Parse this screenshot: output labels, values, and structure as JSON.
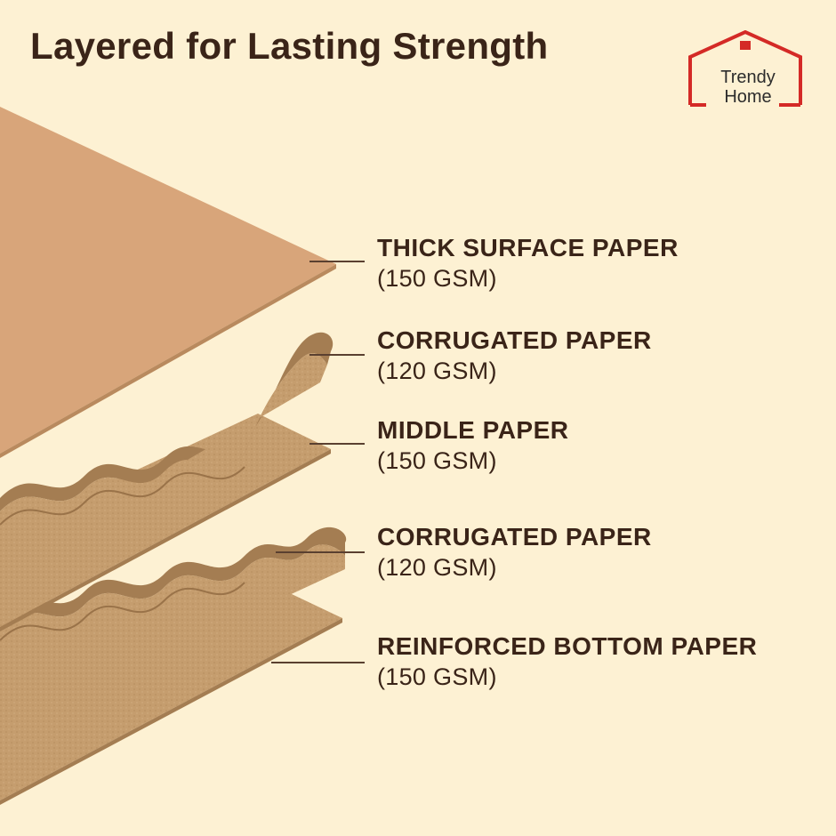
{
  "title": "Layered for Lasting Strength",
  "brand": {
    "line1": "Trendy",
    "line2": "Home",
    "accent_color": "#d42a26"
  },
  "layers": [
    {
      "name": "THICK SURFACE PAPER",
      "gsm": "(150 GSM)"
    },
    {
      "name": "CORRUGATED PAPER",
      "gsm": "(120 GSM)"
    },
    {
      "name": "MIDDLE PAPER",
      "gsm": "(150 GSM)"
    },
    {
      "name": "CORRUGATED PAPER",
      "gsm": "(120 GSM)"
    },
    {
      "name": "REINFORCED BOTTOM PAPER",
      "gsm": "(150 GSM)"
    }
  ],
  "colors": {
    "background": "#fdf1d3",
    "text": "#3a2418",
    "surface_paper": "#d8a57a",
    "kraft": "#c59d6e",
    "kraft_dark": "#a47d52"
  }
}
